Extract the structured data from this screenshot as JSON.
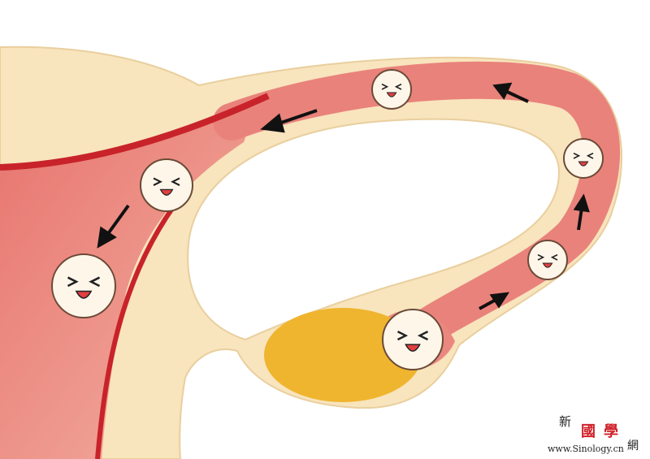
{
  "title": "Fertilized egg traveling through the fallopian tube to the uterus",
  "colors": {
    "uterus": "#f8e4bd",
    "tube_lumen": "#e9827b",
    "blood_line": "#c8232a",
    "ovary": "#efb52e",
    "face": "#fff6ea"
  },
  "watermark": {
    "logo_char_1": "新",
    "logo_chars_2": "國學",
    "logo_char_3": "網",
    "url": "www.Sinology.cn"
  }
}
